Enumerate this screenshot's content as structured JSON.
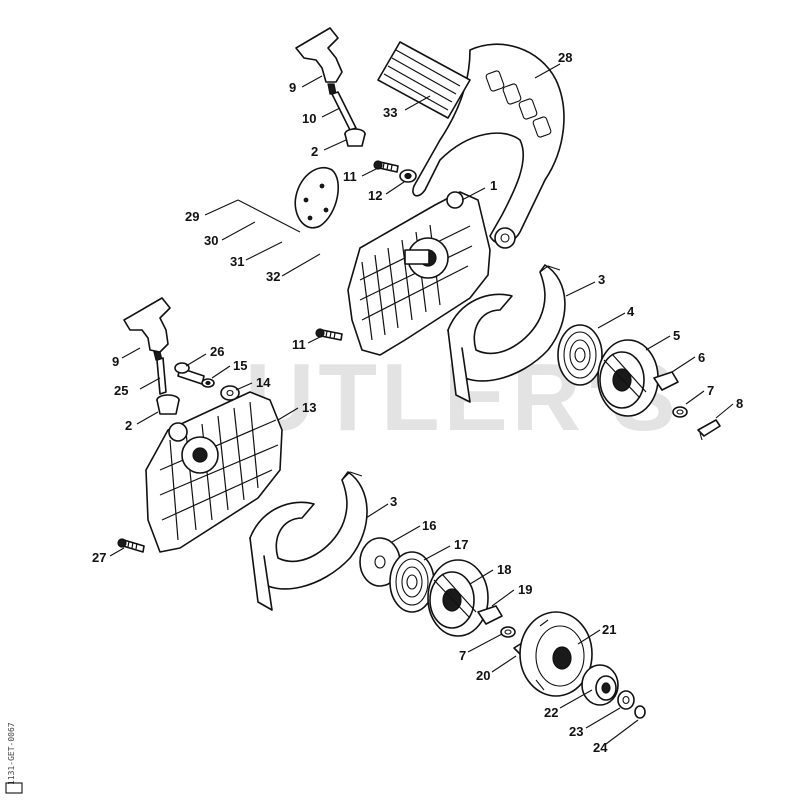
{
  "watermark": "UTLER'S",
  "document_id": "1131-GET-0067",
  "callouts": {
    "p1": "1",
    "p2a": "2",
    "p2b": "2",
    "p3a": "3",
    "p3b": "3",
    "p4": "4",
    "p5": "5",
    "p6": "6",
    "p7a": "7",
    "p7b": "7",
    "p8": "8",
    "p9a": "9",
    "p9b": "9",
    "p10": "10",
    "p11a": "11",
    "p11b": "11",
    "p12": "12",
    "p13": "13",
    "p14": "14",
    "p15": "15",
    "p16": "16",
    "p17": "17",
    "p18": "18",
    "p19": "19",
    "p20": "20",
    "p21": "21",
    "p22": "22",
    "p23": "23",
    "p24": "24",
    "p25": "25",
    "p26": "26",
    "p27": "27",
    "p28": "28",
    "p29": "29",
    "p30": "30",
    "p31": "31",
    "p32": "32",
    "p33": "33"
  }
}
